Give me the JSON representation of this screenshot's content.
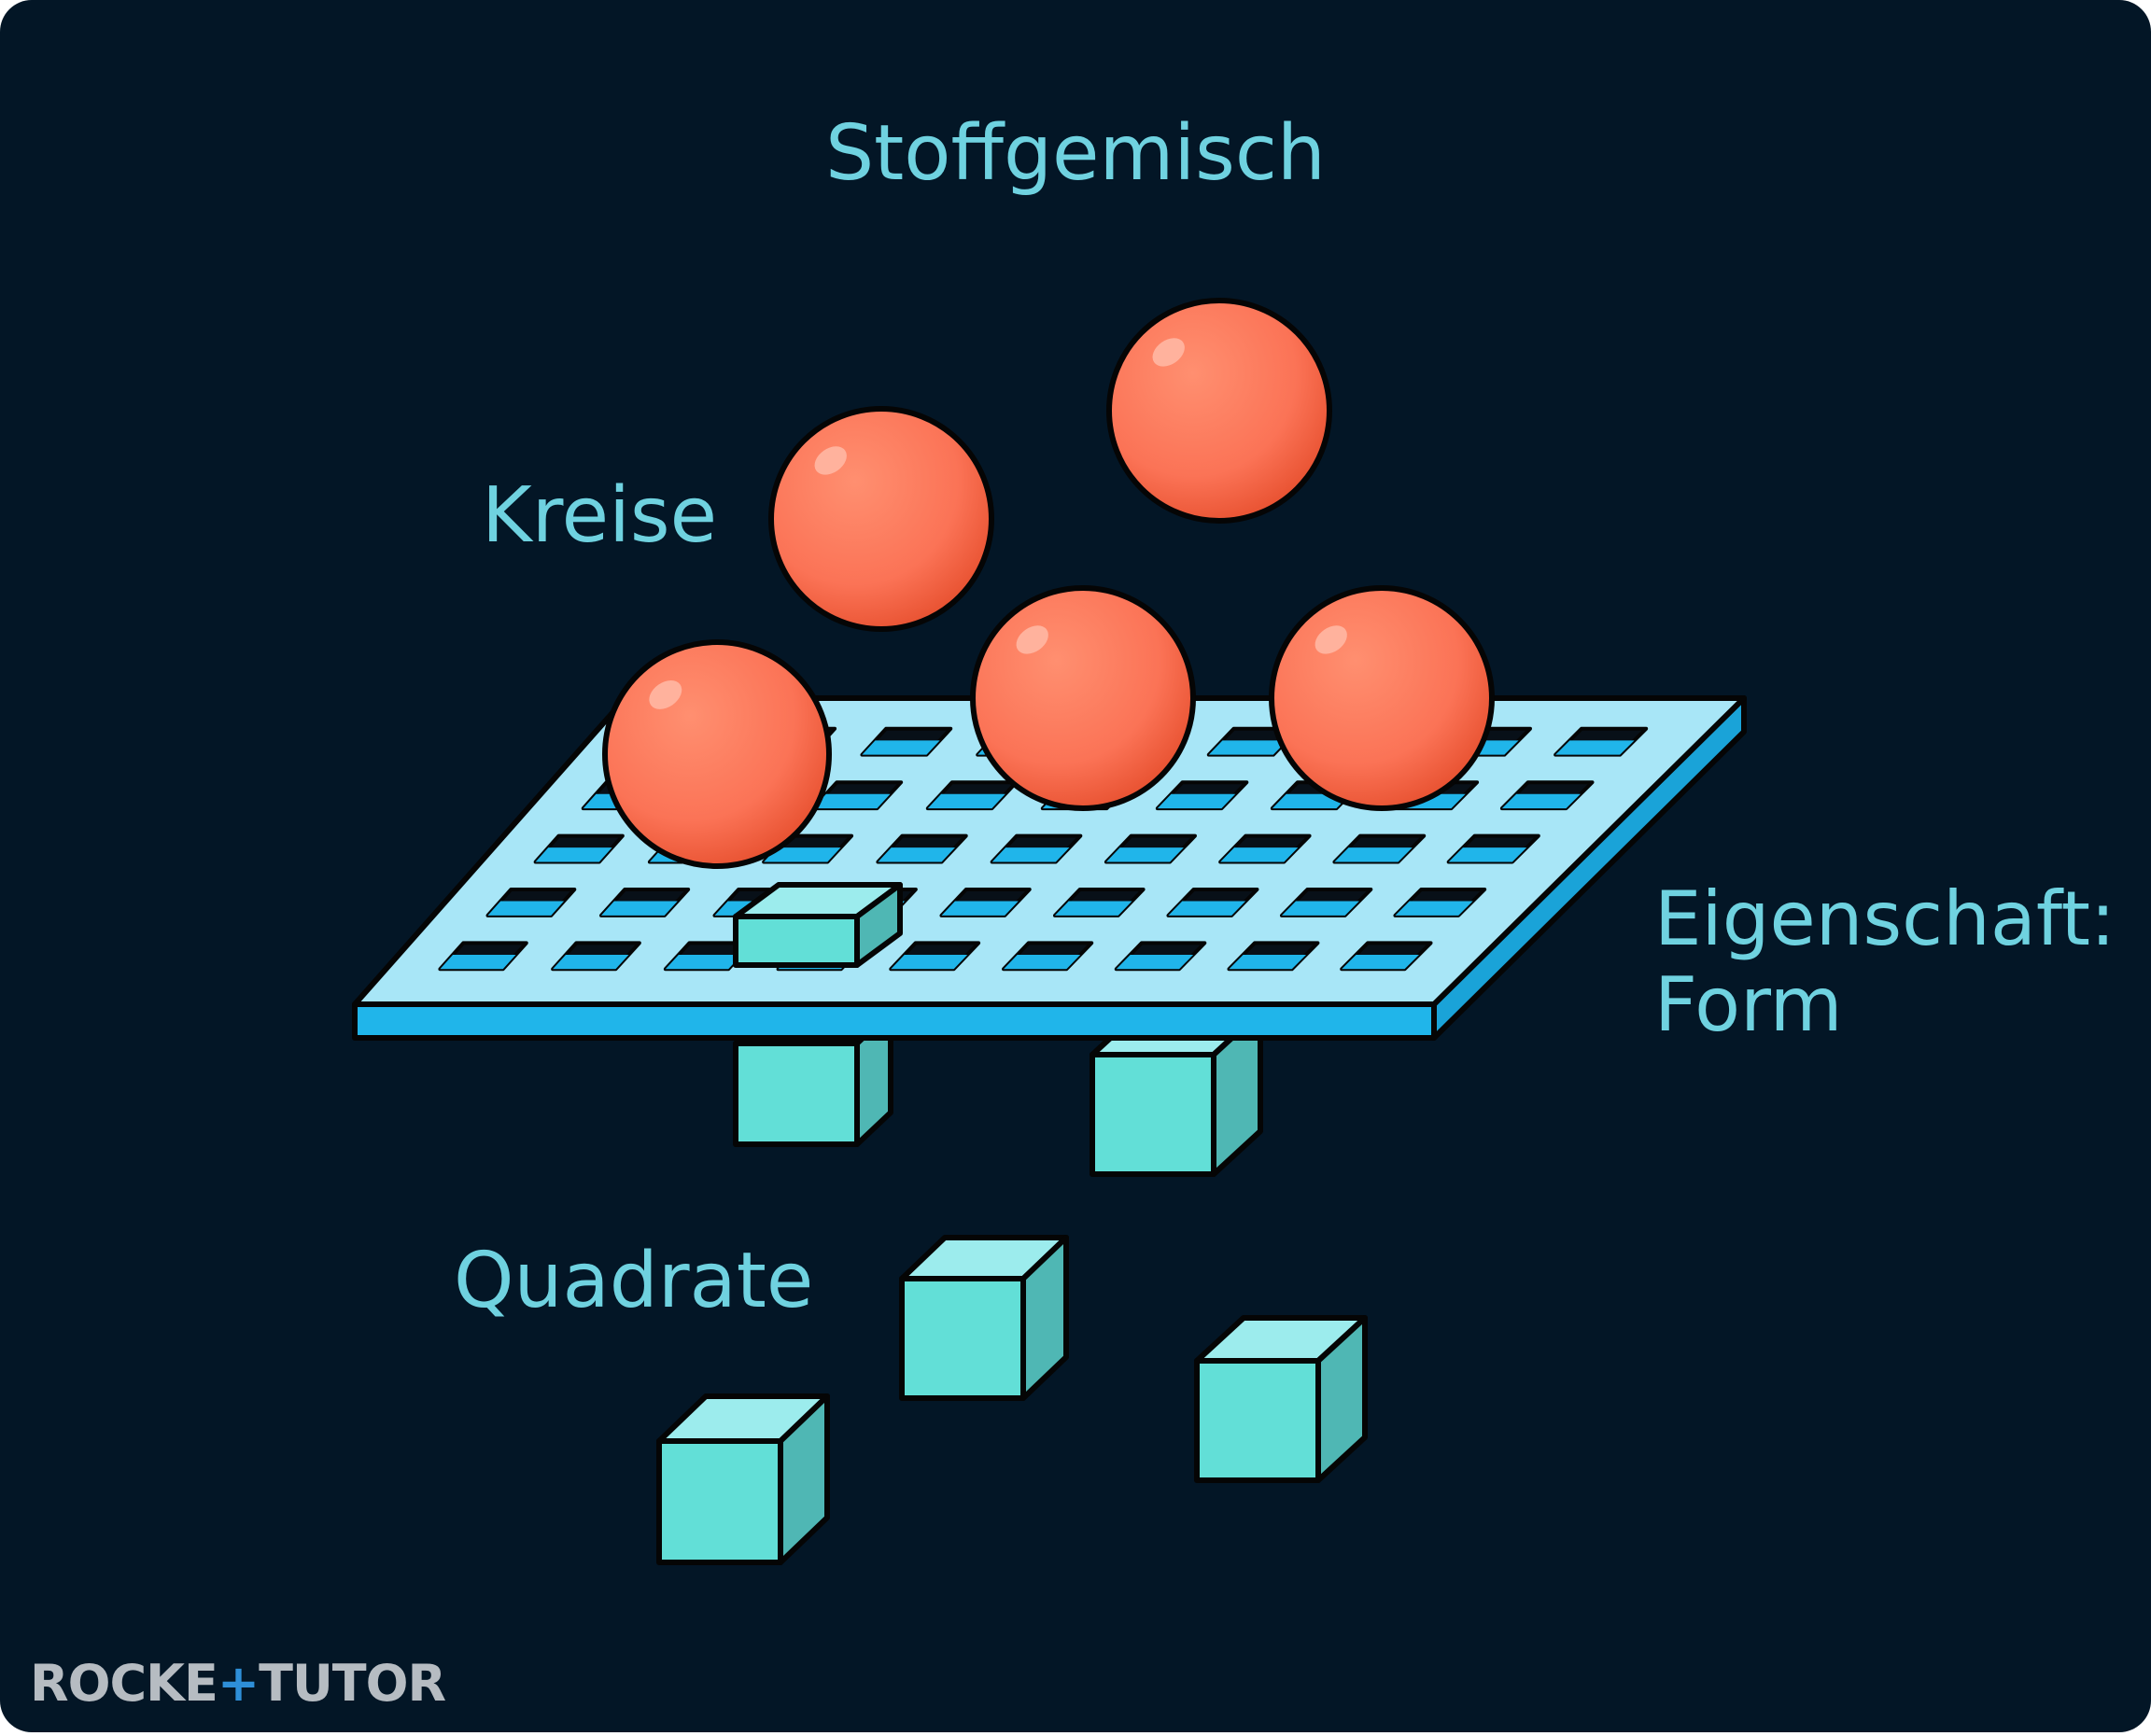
{
  "title": "Stoffgemisch",
  "labels": {
    "kreise": "Kreise",
    "quadrate": "Quadrate",
    "eigenschaft_line1": "Eigenschaft:",
    "eigenschaft_line2": "Form"
  },
  "logo": {
    "part1": "ROCKE",
    "part2": "TUTO",
    "part3": "R"
  },
  "colors": {
    "background": "#031626",
    "text": "#6fd2e0",
    "sphere": "#fb7356",
    "sphere_shadow": "#e94f33",
    "cube_front": "#62dfd7",
    "cube_top": "#9ceced",
    "cube_side": "#4fb7b4",
    "sieve_top": "#a8e6f7",
    "sieve_edge": "#20b5ea",
    "outline": "#050505",
    "logo_grey": "#b6bcc2",
    "logo_blue": "#2e8fd8"
  },
  "icons": {
    "sphere": "sphere-icon",
    "cube": "cube-icon",
    "sieve": "sieve-icon"
  }
}
